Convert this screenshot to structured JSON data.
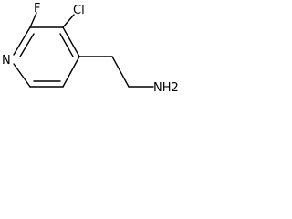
{
  "structure": {
    "atoms": {
      "n1": "N",
      "f": "F",
      "cl": "Cl",
      "amine": "NH2"
    }
  }
}
